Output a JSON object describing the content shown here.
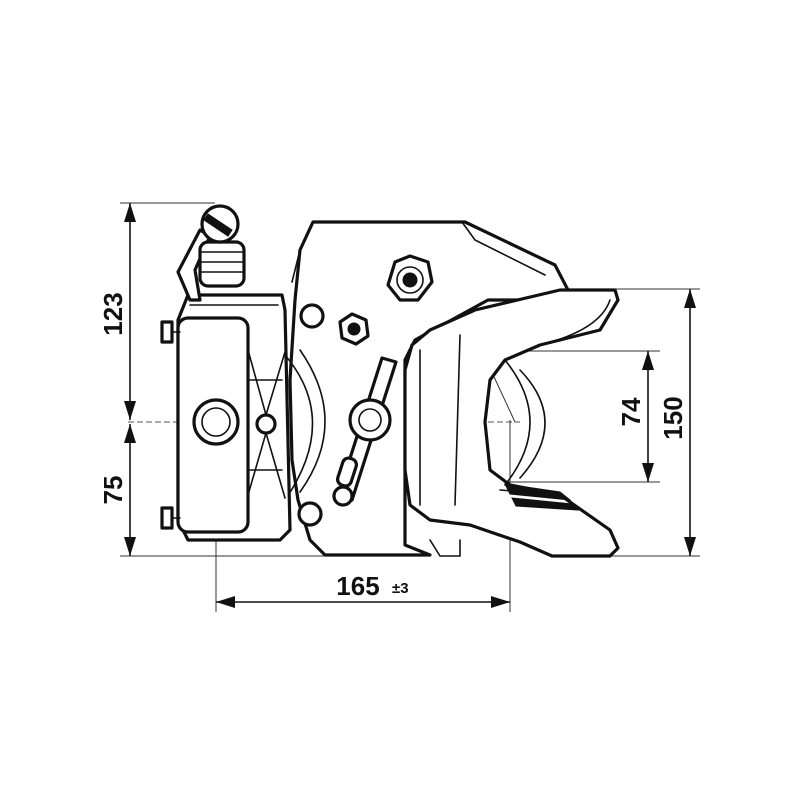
{
  "dimensions": {
    "height_upper": "123",
    "height_lower": "75",
    "length": "165",
    "length_tolerance": "±3",
    "jaw_opening": "74",
    "overall_height": "150"
  },
  "colors": {
    "line": "#111111",
    "background": "#ffffff"
  }
}
